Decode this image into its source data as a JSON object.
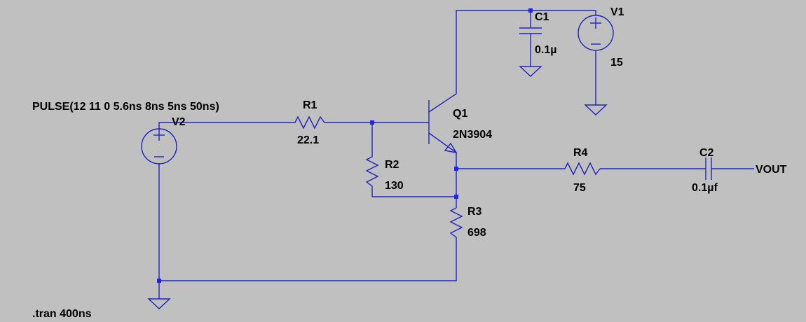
{
  "schematic": {
    "colors": {
      "background": "#c0c0c0",
      "wire": "#2222bb",
      "junction": "#2222ee",
      "text": "#000000"
    },
    "components": {
      "v1": {
        "name": "V1",
        "value": "15"
      },
      "v2": {
        "name": "V2",
        "value": "PULSE(12 11 0 5.6ns 8ns 5ns 50ns)"
      },
      "r1": {
        "name": "R1",
        "value": "22.1"
      },
      "r2": {
        "name": "R2",
        "value": "130"
      },
      "r3": {
        "name": "R3",
        "value": "698"
      },
      "r4": {
        "name": "R4",
        "value": "75"
      },
      "c1": {
        "name": "C1",
        "value": "0.1µ"
      },
      "c2": {
        "name": "C2",
        "value": "0.1µf"
      },
      "q1": {
        "name": "Q1",
        "value": "2N3904"
      }
    },
    "net_labels": {
      "vout": "VOUT"
    },
    "directives": {
      "tran": ".tran 400ns"
    }
  }
}
